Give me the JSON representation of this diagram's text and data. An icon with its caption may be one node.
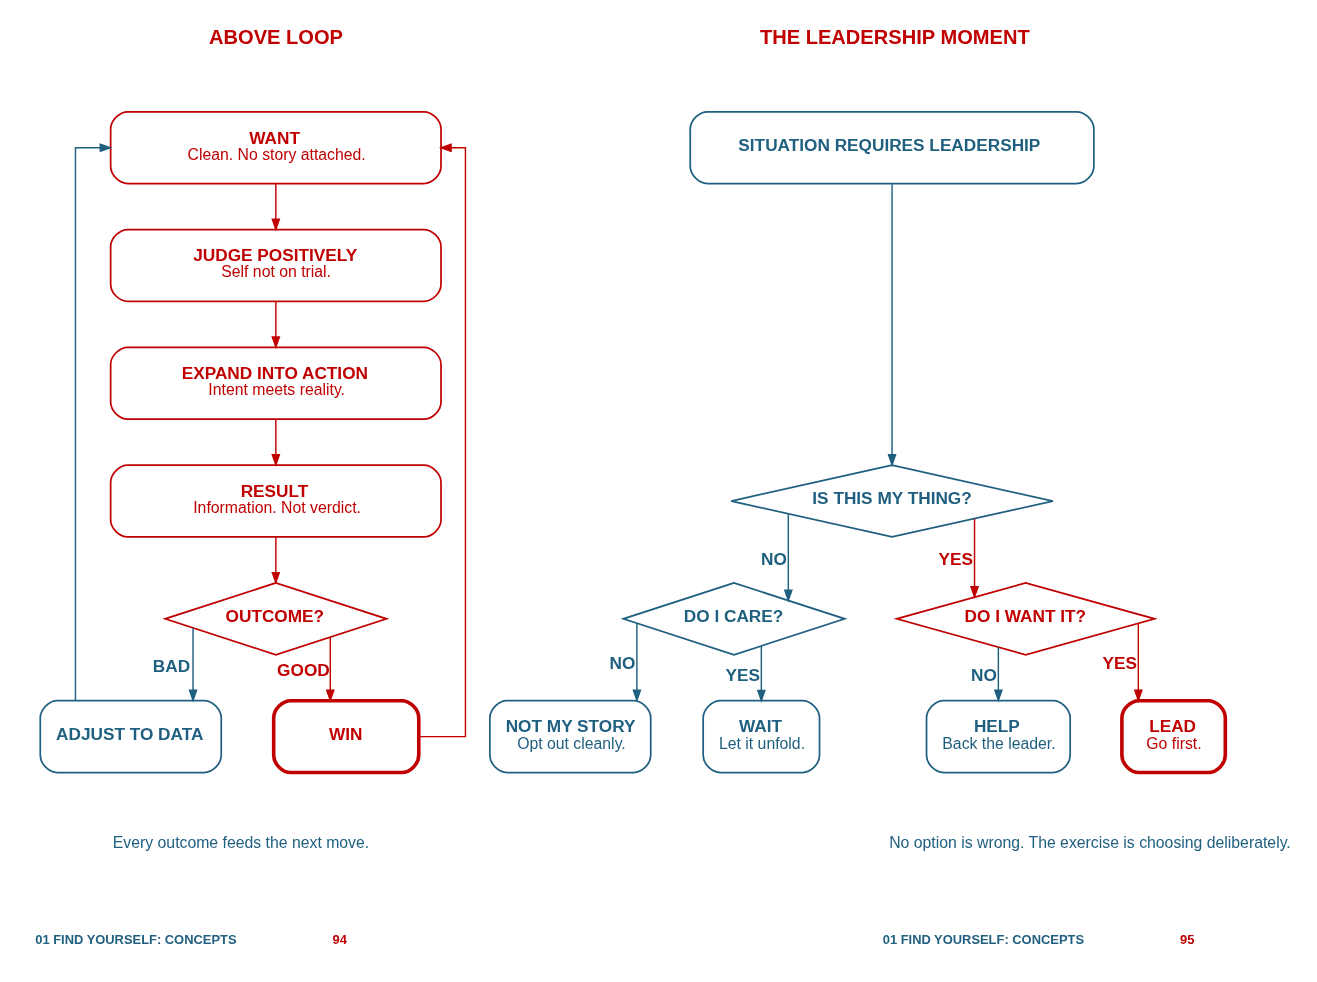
{
  "diagram": {
    "nodes": [
      {
        "text": [
          "WANT",
          "Clean. No story attached."
        ]
      },
      {
        "text": [
          "JUDGE POSITIVELY",
          "Self not on trial."
        ]
      },
      {
        "text": [
          "EXPAND INTO ACTION",
          "Intent meets reality."
        ]
      },
      {
        "text": [
          "RESULT",
          "Information. Not verdict."
        ]
      },
      {
        "text": [
          "OUTCOME?"
        ]
      },
      {
        "text": [
          "ADJUST TO DATA"
        ]
      },
      {
        "text": [
          "WIN"
        ]
      },
      {
        "text": [
          "SITUATION REQUIRES LEADERSHIP"
        ]
      },
      {
        "text": [
          "IS THIS MY THING?"
        ]
      },
      {
        "text": [
          "DO I CARE?"
        ]
      },
      {
        "text": [
          "NOT MY STORY",
          "Opt out cleanly."
        ]
      },
      {
        "text": [
          "WAIT",
          "Let it unfold."
        ]
      },
      {
        "text": [
          "DO I WANT IT?"
        ]
      },
      {
        "text": [
          "HELP",
          "Back the leader."
        ]
      },
      {
        "text": [
          "LEAD",
          "Go first."
        ]
      }
    ],
    "edges": [
      {
        "from": 0,
        "to": 1,
        "arrow": "to"
      },
      {
        "from": 1,
        "to": 2,
        "arrow": "to"
      },
      {
        "from": 2,
        "to": 3,
        "arrow": "to"
      },
      {
        "from": 3,
        "to": 4,
        "arrow": "to"
      },
      {
        "from": 4,
        "to": 5,
        "arrow": "to",
        "label": "BAD",
        "color": "#1f5f7f"
      },
      {
        "from": 4,
        "to": 6,
        "arrow": "to",
        "label": "GOOD"
      },
      {
        "from": 5,
        "to": 0,
        "arrow": "to",
        "color": "#1f5f7f"
      },
      {
        "from": 6,
        "to": 0,
        "arrow": "to"
      },
      {
        "from": 7,
        "to": 8,
        "arrow": "to",
        "color": "#1f5f7f"
      },
      {
        "from": 8,
        "to": 9,
        "arrow": "to",
        "label": "NO",
        "color": "#1f5f7f"
      },
      {
        "from": 8,
        "to": 12,
        "arrow": "to",
        "label": "YES"
      },
      {
        "from": 9,
        "to": 10,
        "arrow": "to",
        "label": "NO",
        "color": "#1f5f7f"
      },
      {
        "from": 9,
        "to": 11,
        "arrow": "to",
        "label": "YES",
        "color": "#1f5f7f"
      },
      {
        "from": 12,
        "to": 13,
        "arrow": "to",
        "label": "NO",
        "color": "#1f5f7f"
      },
      {
        "from": 12,
        "to": 14,
        "arrow": "to",
        "label": "YES"
      }
    ],
    "labels": [
      "ABOVE LOOP",
      "THE LEADERSHIP MOMENT",
      "Every outcome feeds the next move.",
      "No option is wrong. The exercise is choosing deliberately.",
      "01 FIND YOURSELF: CONCEPTS",
      "94",
      "01 FIND YOURSELF: CONCEPTS",
      "95"
    ]
  }
}
